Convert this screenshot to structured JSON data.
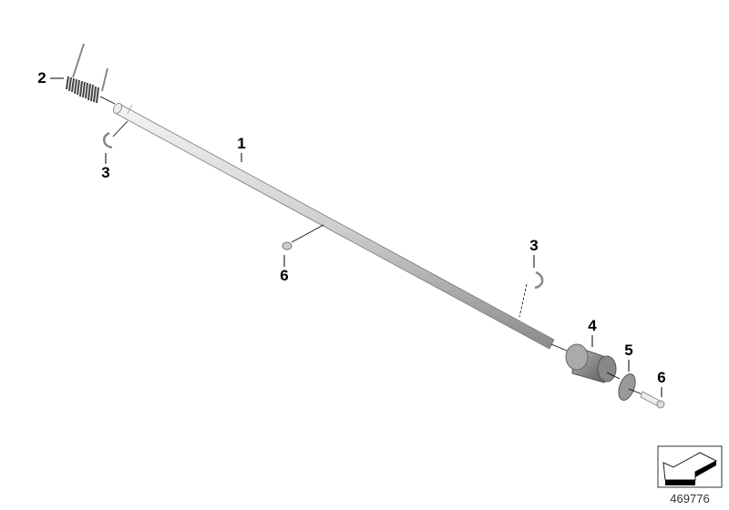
{
  "diagram": {
    "callouts": [
      {
        "id": "part-1",
        "text": "1"
      },
      {
        "id": "part-2",
        "text": "2"
      },
      {
        "id": "part-3-left",
        "text": "3"
      },
      {
        "id": "part-3-right",
        "text": "3"
      },
      {
        "id": "part-4",
        "text": "4"
      },
      {
        "id": "part-5",
        "text": "5"
      },
      {
        "id": "part-6-middle",
        "text": "6"
      },
      {
        "id": "part-6-right",
        "text": "6"
      }
    ],
    "reference_number": "469776",
    "orientation_icon": "arrow-direction-icon"
  }
}
